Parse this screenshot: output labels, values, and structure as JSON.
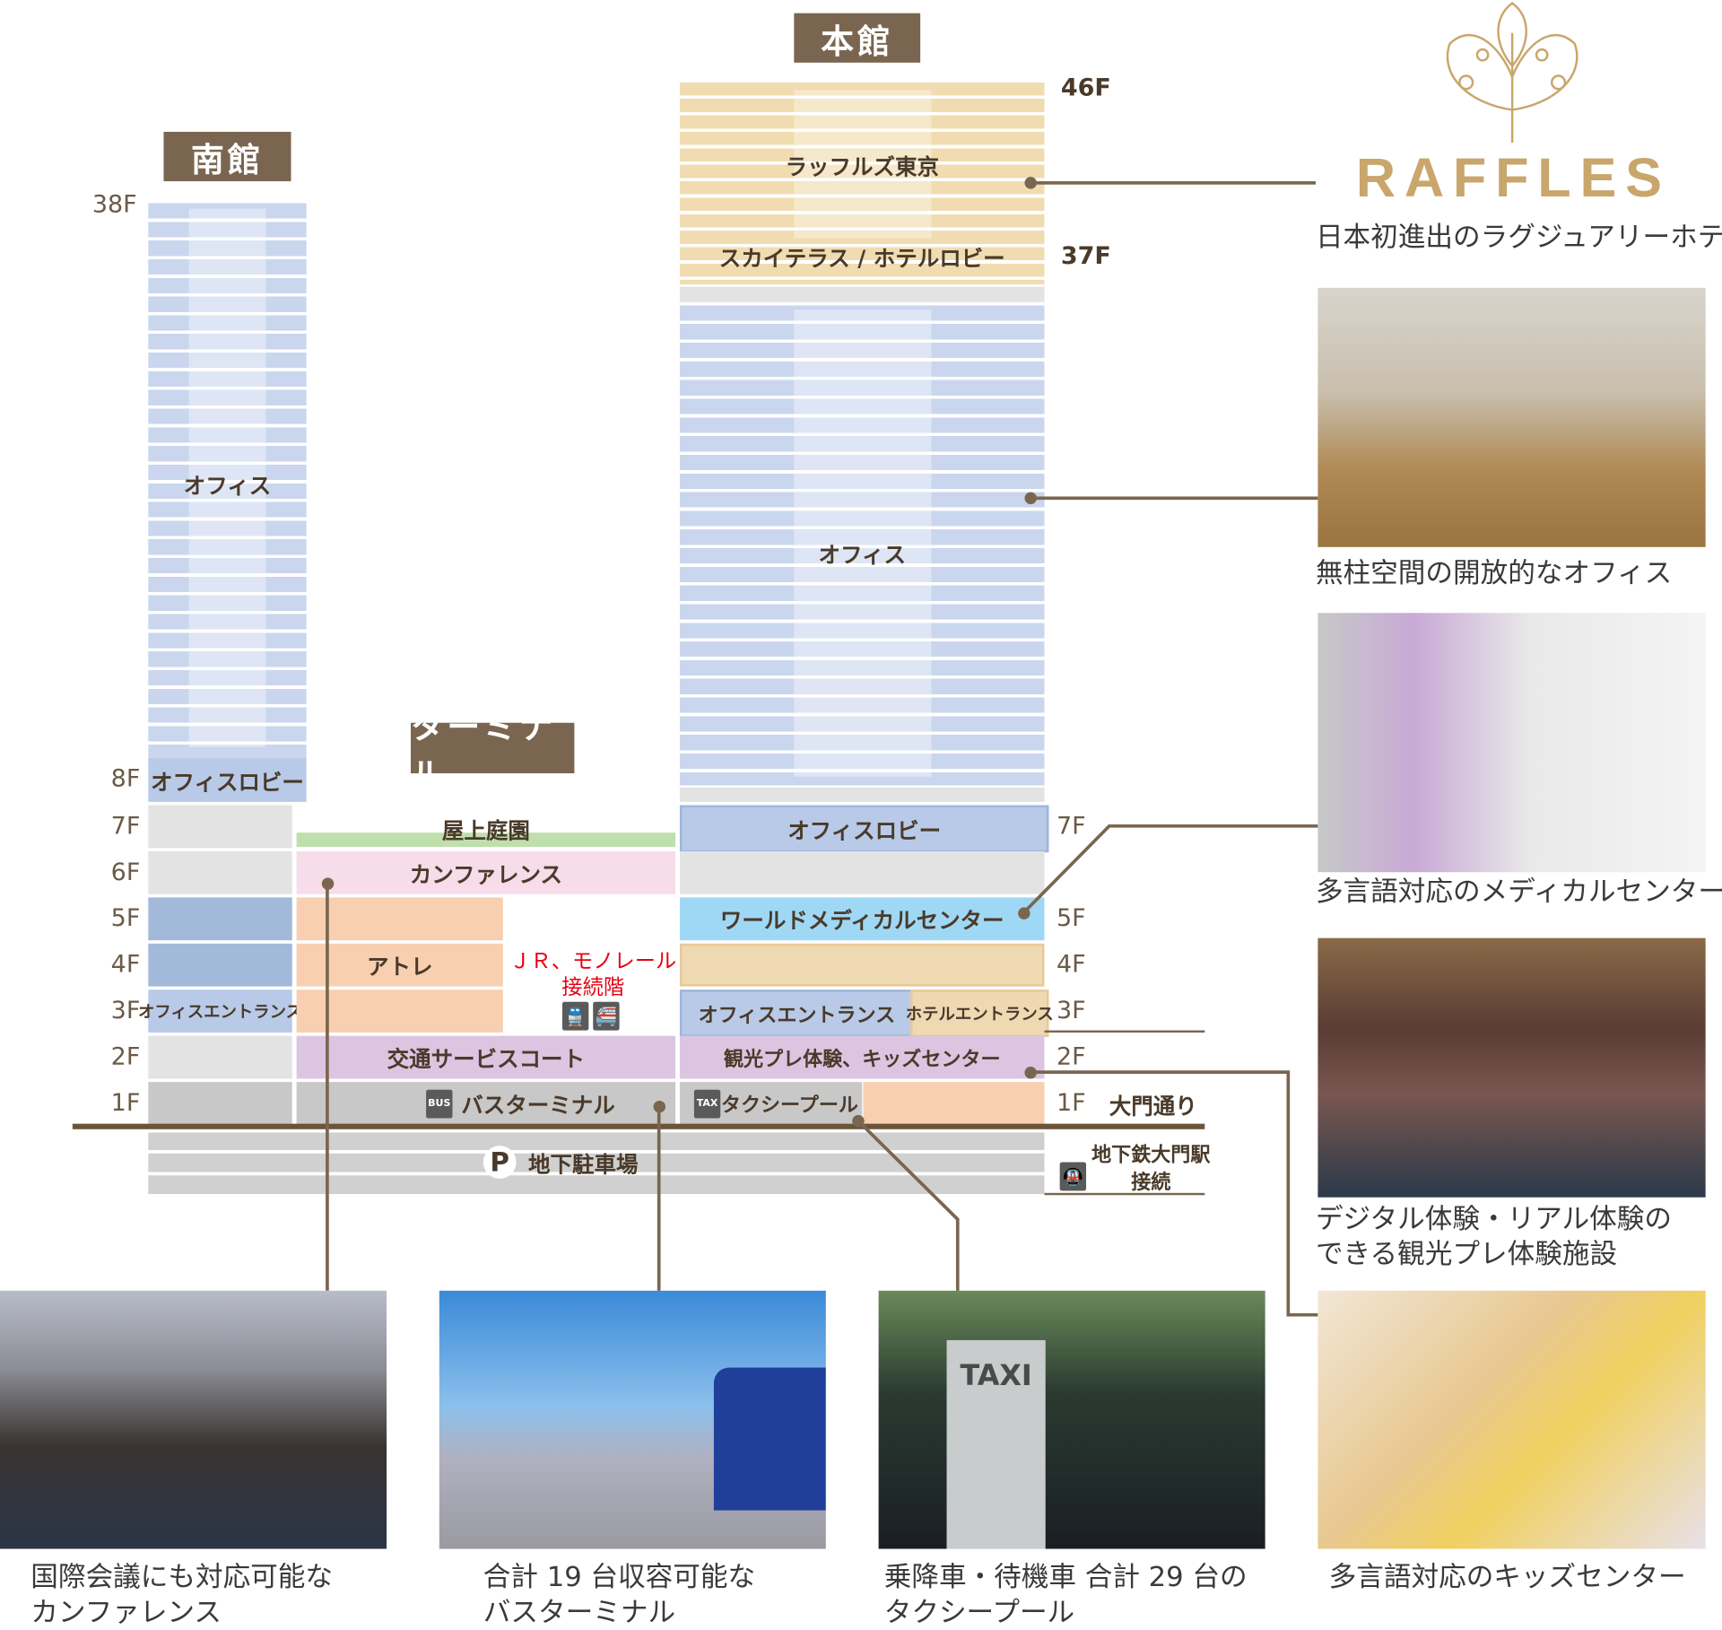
{
  "buildings": {
    "south": "南館",
    "main": "本館",
    "terminal": "ターミナル"
  },
  "floors": {
    "f46": "46F",
    "f38": "38F",
    "f37": "37F",
    "f8": "8F",
    "f7": "7F",
    "f6": "6F",
    "f5": "5F",
    "f4": "4F",
    "f3": "3F",
    "f2": "2F",
    "f1": "1F"
  },
  "south": {
    "office": "オフィス",
    "lobby": "オフィスロビー",
    "entrance": "オフィスエントランス"
  },
  "terminal": {
    "garden": "屋上庭園",
    "conference": "カンファレンス",
    "atre": "アトレ",
    "jr_line1": "ＪＲ、モノレール",
    "jr_line2": "接続階",
    "service": "交通サービスコート",
    "bus": "バスターミナル",
    "bus_icon": "BUS"
  },
  "main": {
    "hotel": "ラッフルズ東京",
    "skyterrace": "スカイテラス / ホテルロビー",
    "office": "オフィス",
    "lobby": "オフィスロビー",
    "medical": "ワールドメディカルセンター",
    "office_entrance": "オフィスエントランス",
    "hotel_entrance": "ホテルエントランス",
    "tourism": "観光プレ体験、キッズセンター",
    "taxi": "タクシープール",
    "taxi_icon": "TAX"
  },
  "street": "大門通り",
  "underground": {
    "parking": "地下駐車場",
    "parking_icon": "P",
    "metro_line1": "地下鉄大門駅",
    "metro_line2": "接続"
  },
  "brand": {
    "logo": "RAFFLES"
  },
  "captions": {
    "raffles": "日本初進出のラグジュアリーホテル",
    "office": "無柱空間の開放的なオフィス",
    "medical": "多言語対応のメディカルセンター",
    "tourism_1": "デジタル体験・リアル体験の",
    "tourism_2": "できる観光プレ体験施設",
    "kids": "多言語対応のキッズセンター",
    "conference_1": "国際会議にも対応可能な",
    "conference_2": "カンファレンス",
    "bus_1": "合計 19 台収容可能な",
    "bus_2": "バスターミナル",
    "taxi_1": "乗降車・待機車 合計 29 台の",
    "taxi_2": "タクシープール"
  },
  "photo_text": {
    "taxi_sign": "TAXI"
  },
  "colors": {
    "brown": "#7a6650",
    "jr_red": "#e60012",
    "gold": "#c9a66b"
  }
}
